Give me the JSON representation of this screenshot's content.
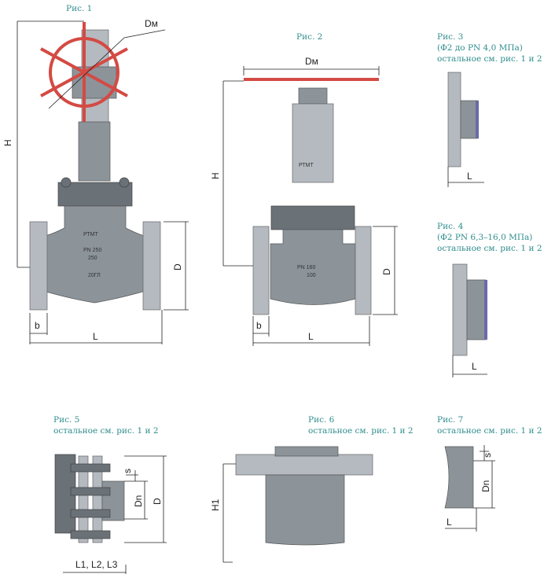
{
  "figures": [
    {
      "caption": [
        "Рис. 1"
      ],
      "labels": {
        "dm": "Dм",
        "h": "H",
        "d": "D",
        "b": "b",
        "l": "L"
      },
      "marks": [
        "РТМТ",
        "PN 250",
        "250",
        "20ГЛ"
      ]
    },
    {
      "caption": [
        "Рис. 2"
      ],
      "labels": {
        "dm": "Dм",
        "h": "H",
        "d": "D",
        "b": "b",
        "l": "L"
      },
      "marks": [
        "РТМТ",
        "PN 160",
        "100"
      ]
    },
    {
      "caption": [
        "Рис. 3",
        "(Ф2 до PN 4,0 МПа)",
        "остальное см. рис. 1 и 2"
      ],
      "labels": {
        "l": "L"
      }
    },
    {
      "caption": [
        "Рис. 4",
        "(Ф2 PN 6,3–16,0 МПа)",
        "остальное см. рис. 1 и 2"
      ],
      "labels": {
        "l": "L"
      }
    },
    {
      "caption": [
        "Рис. 5",
        "остальное см. рис. 1 и 2"
      ],
      "labels": {
        "s": "s",
        "dn": "Dn",
        "d": "D",
        "l": "L1, L2, L3"
      }
    },
    {
      "caption": [
        "Рис. 6",
        "остальное см. рис. 1 и 2"
      ],
      "labels": {
        "h1": "H1"
      }
    },
    {
      "caption": [
        "Рис. 7",
        "остальное см. рис. 1 и 2"
      ],
      "labels": {
        "s": "s",
        "dn": "Dn",
        "l": "L"
      }
    }
  ],
  "colors": {
    "caption": "#2f8c8c",
    "handwheel": "#d44a44",
    "metal": "#8c949a"
  }
}
